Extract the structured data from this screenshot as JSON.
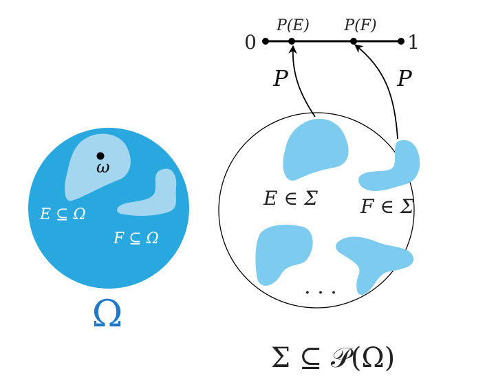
{
  "sample_space": {
    "omega_symbol": "Ω",
    "outcome_label": "ω",
    "event_e_label": "E ⊆ Ω",
    "event_f_label": "F ⊆ Ω"
  },
  "sigma_algebra": {
    "caption": "Σ ⊆ 𝒫(Ω)",
    "event_e_label": "E ∈ Σ",
    "event_f_label": "F ∈ Σ",
    "ellipsis": ". . ."
  },
  "probability_line": {
    "zero_label": "0",
    "one_label": "1",
    "pe_label": "P(E)",
    "pf_label": "P(F)",
    "arrow_e_label": "P",
    "arrow_f_label": "P"
  },
  "colors": {
    "omega_fill": "#29a8e0",
    "omega_text": "#1f78c8",
    "event_light": "#a5d6f0",
    "sigma_blob": "#7dcbee",
    "line": "#000000",
    "text": "#222222"
  }
}
